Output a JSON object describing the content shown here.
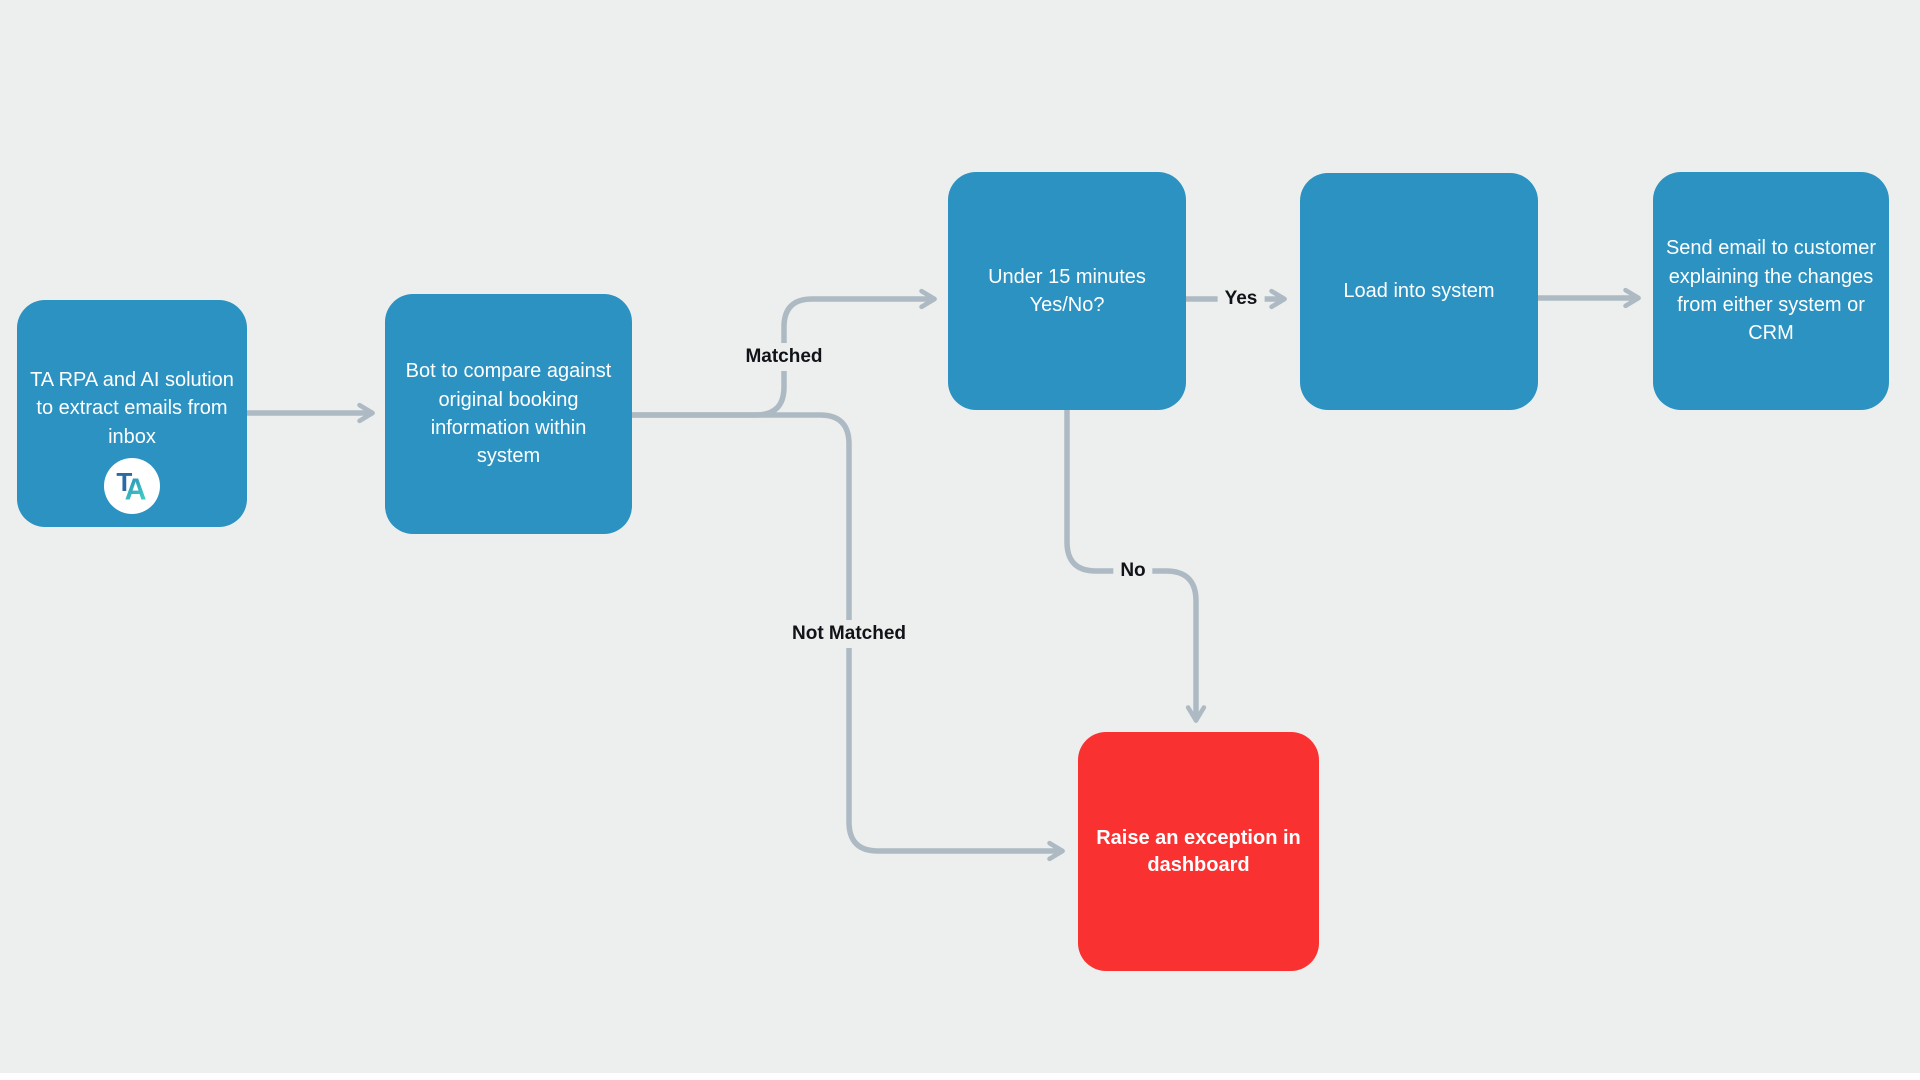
{
  "palette": {
    "background": "#edefee",
    "node_blue": "#2b92c1",
    "node_red": "#fa3131",
    "connector": "#adbac3",
    "node_text": "#ffffff",
    "edge_label_text": "#101418",
    "logo_t_color": "#2a6ba4",
    "logo_a_gradient_start": "#2e86b5",
    "logo_a_gradient_end": "#3fd1c5"
  },
  "diagram_type": "flowchart",
  "nodes": {
    "extract": {
      "lines": [
        "TA RPA and AI solution",
        "to extract emails from",
        "inbox"
      ]
    },
    "compare": {
      "lines": [
        "Bot to compare against",
        "original booking",
        "information within",
        "system"
      ]
    },
    "under15": {
      "lines": [
        "Under 15 minutes",
        "Yes/No?"
      ]
    },
    "load": {
      "lines": [
        "Load into system"
      ]
    },
    "send": {
      "lines": [
        "Send email to customer",
        "explaining the changes",
        "from either system or",
        "CRM"
      ]
    },
    "exception": {
      "lines": [
        "Raise an exception in",
        "dashboard"
      ]
    }
  },
  "edge_labels": {
    "matched": "Matched",
    "not_matched": "Not Matched",
    "yes": "Yes",
    "no": "No"
  },
  "logo": {
    "t": "T",
    "a": "A"
  }
}
